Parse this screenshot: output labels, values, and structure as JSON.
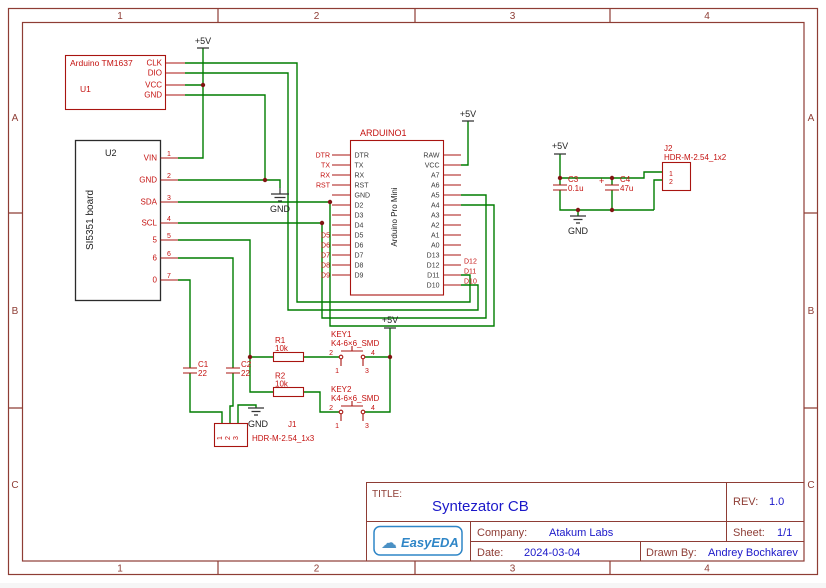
{
  "sheet": {
    "columns": [
      "1",
      "2",
      "3",
      "4"
    ],
    "rows": [
      "A",
      "B",
      "C"
    ]
  },
  "title_block": {
    "title_label": "TITLE:",
    "title": "Syntezator CB",
    "rev_label": "REV:",
    "rev": "1.0",
    "company_label": "Company:",
    "company": "Atakum Labs",
    "sheet_label": "Sheet:",
    "sheet_value": "1/1",
    "date_label": "Date:",
    "date": "2024-03-04",
    "drawn_label": "Drawn By:",
    "drawn_by": "Andrey Bochkarev"
  },
  "logo": {
    "name": "EasyEDA",
    "cloud_icon": "☁"
  },
  "power": {
    "plus5v": "+5V",
    "gnd": "GND"
  },
  "components": {
    "u1": {
      "ref": "U1",
      "name": "Arduino TM1637",
      "pins": [
        "CLK",
        "DIO",
        "VCC",
        "GND"
      ]
    },
    "u2": {
      "ref": "U2",
      "name": "SI5351 board",
      "pin_names": [
        "VIN",
        "GND",
        "SDA",
        "SCL",
        "5",
        "6",
        "0"
      ],
      "pin_numbers": [
        "1",
        "2",
        "3",
        "4",
        "5",
        "6",
        "7"
      ]
    },
    "arduino": {
      "ref": "ARDUINO1",
      "name": "Arduino Pro Mini",
      "left_pins": [
        "DTR",
        "TX",
        "RX",
        "RST",
        "GND",
        "D2",
        "D3",
        "D4",
        "D5",
        "D6",
        "D7",
        "D8",
        "D9"
      ],
      "right_pins": [
        "RAW",
        "VCC",
        "A7",
        "A6",
        "A5",
        "A4",
        "A3",
        "A2",
        "A1",
        "A0",
        "D13",
        "D12",
        "D11",
        "D10"
      ],
      "left_labels": [
        "DTR",
        "TX",
        "RX",
        "RST"
      ],
      "left_labels2": [
        "D5",
        "D6",
        "D7",
        "D8",
        "D9"
      ],
      "right_labels": [
        "D12",
        "D11",
        "D10"
      ]
    },
    "r1": {
      "ref": "R1",
      "value": "10k"
    },
    "r2": {
      "ref": "R2",
      "value": "10k"
    },
    "c1": {
      "ref": "C1",
      "value": "22"
    },
    "c2": {
      "ref": "C2",
      "value": "22"
    },
    "c3": {
      "ref": "C3",
      "value": "0.1u"
    },
    "c4": {
      "ref": "C4",
      "value": "47u",
      "polarity": "+"
    },
    "key1": {
      "ref": "KEY1",
      "value": "K4-6×6_SMD",
      "pin_numbers": [
        "2",
        "4",
        "1",
        "3"
      ]
    },
    "key2": {
      "ref": "KEY2",
      "value": "K4-6×6_SMD",
      "pin_numbers": [
        "2",
        "4",
        "1",
        "3"
      ]
    },
    "j1": {
      "ref": "J1",
      "value": "HDR-M-2.54_1x3",
      "pin_numbers": [
        "1",
        "2",
        "3"
      ]
    },
    "j2": {
      "ref": "J2",
      "value": "HDR-M-2.54_1x2",
      "pin_numbers": [
        "1",
        "2"
      ]
    }
  }
}
